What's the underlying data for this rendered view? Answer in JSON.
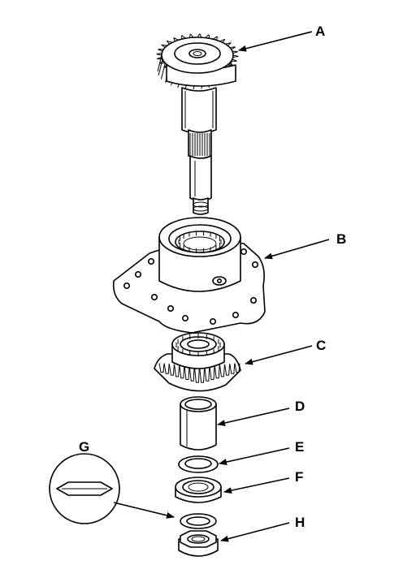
{
  "diagram": {
    "callouts": [
      {
        "id": "A",
        "label": "A"
      },
      {
        "id": "B",
        "label": "B"
      },
      {
        "id": "C",
        "label": "C"
      },
      {
        "id": "D",
        "label": "D"
      },
      {
        "id": "E",
        "label": "E"
      },
      {
        "id": "F",
        "label": "F"
      },
      {
        "id": "G",
        "label": "G"
      },
      {
        "id": "H",
        "label": "H"
      }
    ],
    "ink_color": "#000000",
    "background_color": "#ffffff"
  }
}
